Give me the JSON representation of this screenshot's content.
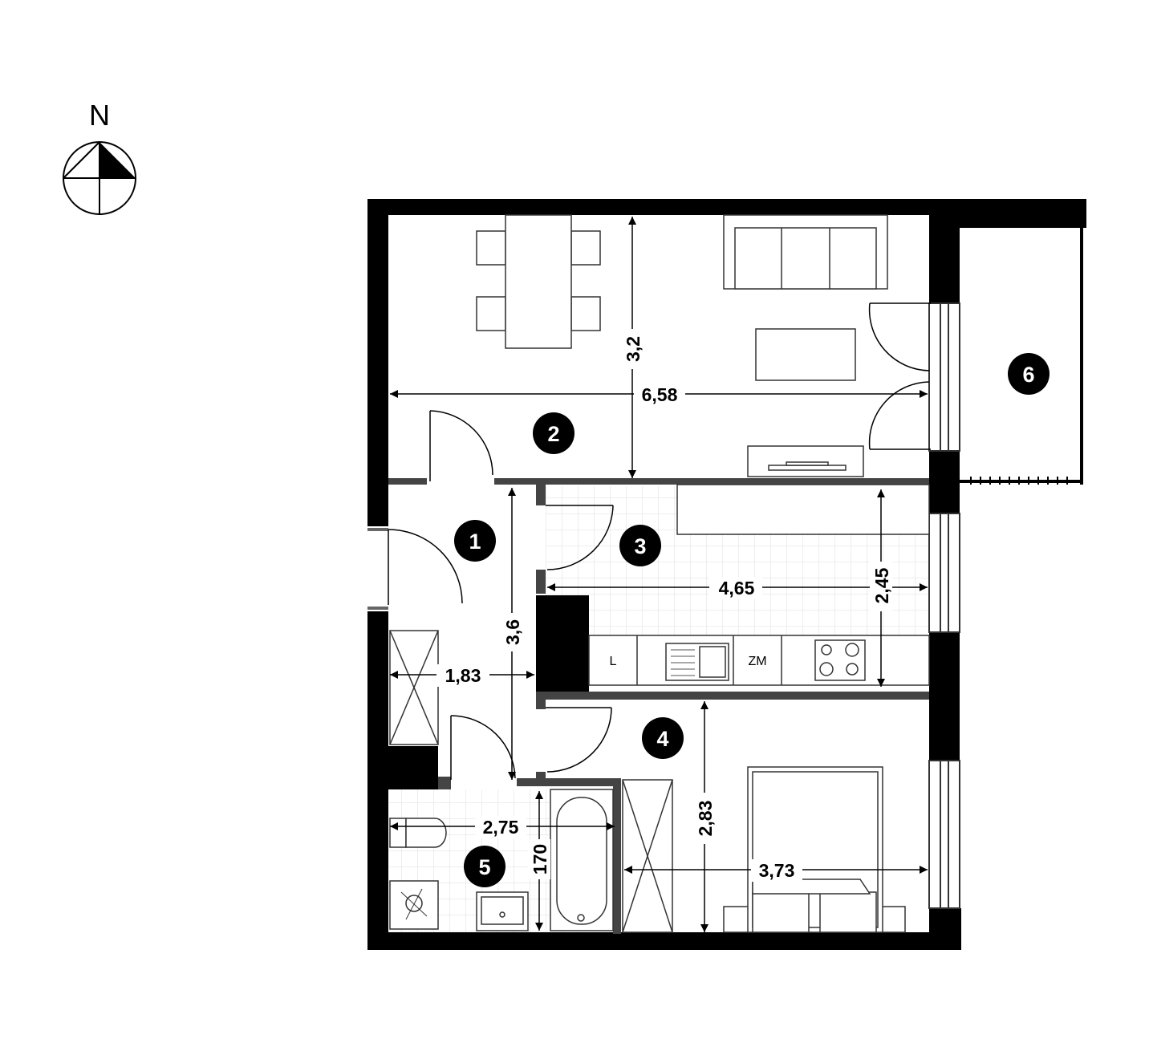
{
  "compass": {
    "label": "N"
  },
  "rooms": [
    {
      "id": "1",
      "label": "1"
    },
    {
      "id": "2",
      "label": "2"
    },
    {
      "id": "3",
      "label": "3"
    },
    {
      "id": "4",
      "label": "4"
    },
    {
      "id": "5",
      "label": "5"
    },
    {
      "id": "6",
      "label": "6"
    }
  ],
  "dimensions": {
    "living_width": "6,58",
    "living_depth": "3,2",
    "kitchen_width": "4,65",
    "kitchen_depth": "2,45",
    "hall_length": "3,6",
    "hall_width": "1,83",
    "bedroom_depth": "2,83",
    "bedroom_width": "3,73",
    "bathroom_width": "2,75",
    "bathtub_length": "170"
  },
  "appliances": {
    "dishwasher": "L",
    "fridge": "ZM"
  },
  "colors": {
    "wall": "#000000",
    "partition": "#333333",
    "tile": "#e6e6e6"
  }
}
